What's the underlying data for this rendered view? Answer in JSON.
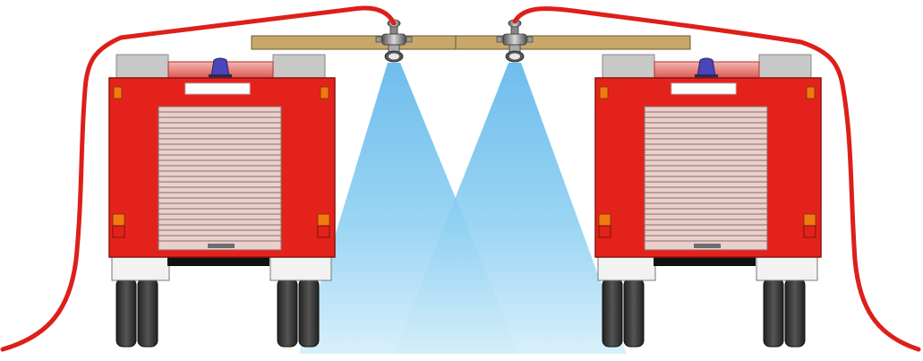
{
  "scene": {
    "colors": {
      "background": "#ffffff",
      "truck_body": "#e3231b",
      "truck_outline": "#8a1410",
      "cab_red": "#d8504a",
      "beacon": "#4a45b8",
      "mirror_gray": "#c8c8c8",
      "shutter": "#e9d0cc",
      "shutter_line": "#8f6a66",
      "amber_light": "#f07a10",
      "bumper": "#111111",
      "step": "#f2f2f2",
      "tire": "#3a3a3a",
      "hose": "#dd1f1a",
      "beam": "#c7a76a",
      "water_spray": "#7ec9ef",
      "nozzle": "#6f6f6f"
    },
    "objects": [
      {
        "name": "left-fire-truck",
        "icon": "fire-truck-rear-icon"
      },
      {
        "name": "right-fire-truck",
        "icon": "fire-truck-rear-icon"
      },
      {
        "name": "left-hose",
        "icon": "fire-hose-icon"
      },
      {
        "name": "right-hose",
        "icon": "fire-hose-icon"
      },
      {
        "name": "support-beam",
        "icon": "wooden-beam-icon"
      },
      {
        "name": "left-nozzle",
        "icon": "spray-nozzle-icon"
      },
      {
        "name": "right-nozzle",
        "icon": "spray-nozzle-icon"
      },
      {
        "name": "left-water-spray",
        "icon": "water-spray-icon"
      },
      {
        "name": "right-water-spray",
        "icon": "water-spray-icon"
      }
    ]
  }
}
